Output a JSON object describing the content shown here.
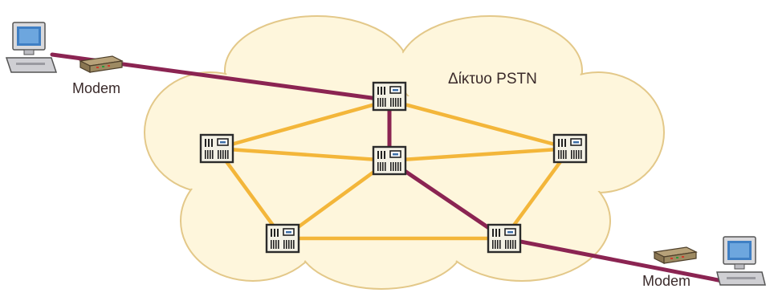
{
  "diagram": {
    "network_label": "Δίκτυο PSTN",
    "modem_left_label": "Modem",
    "modem_right_label": "Modem"
  },
  "colors": {
    "cloud_fill": "#fef6dc",
    "cloud_stroke": "#e3c889",
    "trunk_link": "#f3b63a",
    "active_path": "#8b2452",
    "switch_fill": "#f4f2e6",
    "switch_border": "#2b2b2b"
  },
  "icons": {
    "switch": "telephone-exchange-icon",
    "modem": "modem-icon",
    "computer": "computer-icon"
  }
}
